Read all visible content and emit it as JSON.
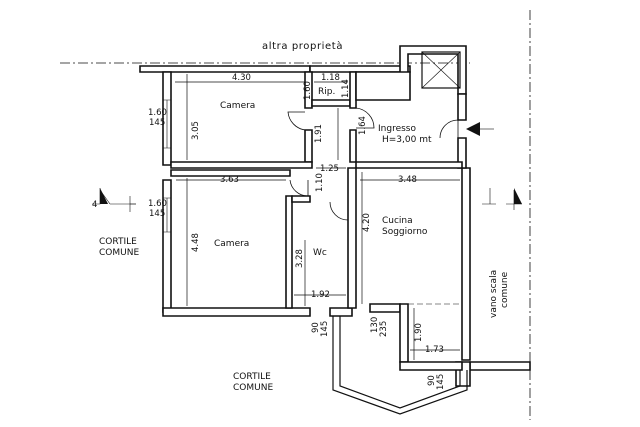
{
  "labels": {
    "neighbor": "altra proprietà",
    "room_camera_top": "Camera",
    "room_camera_bottom": "Camera",
    "room_rip": "Rip.",
    "room_ingresso": "Ingresso",
    "ingresso_height": "H=3,00 mt",
    "room_cucina": "Cucina",
    "room_soggiorno": "Soggiorno",
    "room_wc": "Wc",
    "cortile_left_1": "CORTILE",
    "cortile_left_2": "COMUNE",
    "cortile_bottom_1": "CORTILE",
    "cortile_bottom_2": "COMUNE",
    "vano_scala_1": "vano scala",
    "vano_scala_2": "comune"
  },
  "dimensions": {
    "camera_top_width": "4.30",
    "rip_width": "1.18",
    "rip_depth_a": "1.60",
    "rip_depth_b": "1.14",
    "camera_top_depth": "3.05",
    "window_left_top_a": "1.60",
    "window_left_top_b": "145",
    "hall_width_a": "1.91",
    "hall_depth": "1.64",
    "hall_width_b": "1.25",
    "door_hall": "1.10",
    "camera_bottom_width": "3.63",
    "cucina_width": "3.48",
    "window_left_bottom_a": "1.60",
    "window_left_bottom_b": "145",
    "camera_bottom_depth": "4.48",
    "cucina_depth": "4.20",
    "wc_depth": "3.28",
    "wc_width": "1.92",
    "window_wc_a": "90",
    "window_wc_b": "145",
    "window_cucina_a": "130",
    "window_cucina_b": "235",
    "balcony_depth": "1.90",
    "balcony_width": "1.73",
    "window_balcony_a": "90",
    "window_balcony_b": "145",
    "section_mark": "4"
  }
}
